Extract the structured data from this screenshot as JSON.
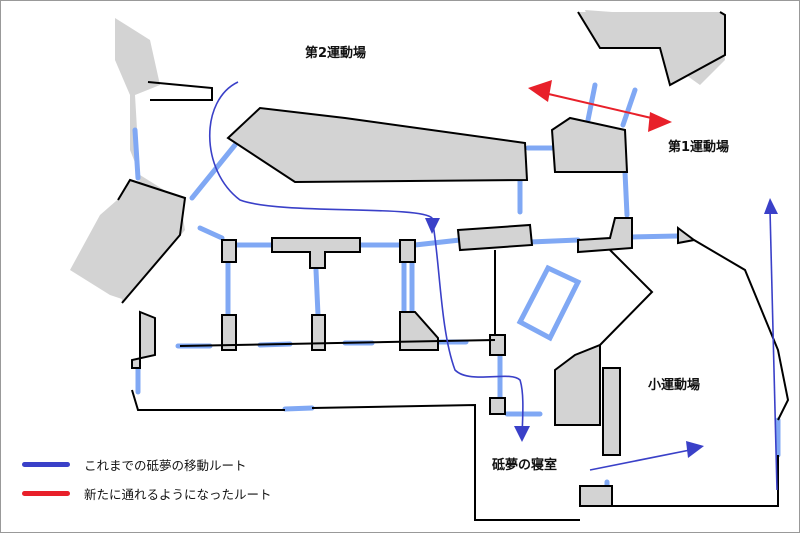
{
  "labels": {
    "field2": "第2運動場",
    "field1": "第1運動場",
    "small_field": "小運動場",
    "bedroom": "砥夢の寝室"
  },
  "legend": [
    {
      "label": "これまでの砥夢の移動ルート",
      "color": "#3a40c8"
    },
    {
      "label": "新たに通れるようになったルート",
      "color": "#e8202a"
    }
  ],
  "colors": {
    "building": "#d3d3d3",
    "corridor": "#80a8f4",
    "route": "#3a40c8",
    "new_route": "#e8202a"
  }
}
